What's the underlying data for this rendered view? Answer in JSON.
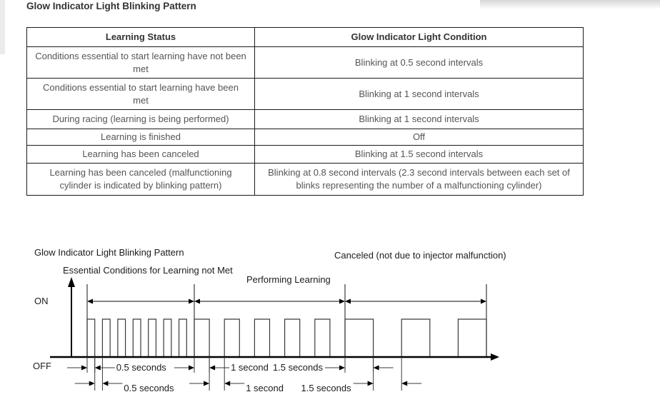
{
  "page": {
    "title": "Glow Indicator Light Blinking Pattern"
  },
  "table": {
    "headers": [
      "Learning Status",
      "Glow Indicator Light Condition"
    ],
    "rows": [
      {
        "status": "Conditions essential to start learning have not been met",
        "condition": "Blinking at 0.5 second intervals"
      },
      {
        "status": "Conditions essential to start learning have been met",
        "condition": "Blinking at 1 second intervals"
      },
      {
        "status": "During racing (learning is being performed)",
        "condition": "Blinking at 1 second intervals"
      },
      {
        "status": "Learning is finished",
        "condition": "Off"
      },
      {
        "status": "Learning has been canceled",
        "condition": "Blinking at 1.5 second intervals"
      },
      {
        "status": "Learning has been canceled (malfunctioning cylinder is indicated by blinking pattern)",
        "condition": "Blinking at 0.8 second intervals (2.3 second intervals between each set of blinks representing the number of a malfunctioning cylinder)"
      }
    ]
  },
  "chart_data": {
    "type": "line",
    "subtype": "binary-timing-waveform",
    "title": "Glow Indicator Light Blinking Pattern",
    "x_unit": "seconds",
    "y_states": [
      "OFF",
      "ON"
    ],
    "grid": false,
    "legend_position": "none",
    "axis_labels": {
      "on": "ON",
      "off": "OFF"
    },
    "sections": [
      {
        "label": "Essential Conditions for Learning not Met",
        "pulse_count": 7,
        "on_seconds": 0.5,
        "off_seconds": 0.5,
        "ends_with": "off",
        "dim_label_top": "0.5 seconds",
        "dim_label_bottom": "0.5 seconds"
      },
      {
        "label": "Performing Learning",
        "pulse_count": 5,
        "on_seconds": 1,
        "off_seconds": 1,
        "ends_with": "off",
        "dim_label_top": "1 second",
        "dim_label_bottom": "1 second"
      },
      {
        "label": "Canceled (not due to injector malfunction)",
        "pulse_count": 3,
        "on_seconds": 1.5,
        "off_seconds": 1.5,
        "ends_with": "on",
        "dim_label_top": "1.5 seconds",
        "dim_label_bottom": "1.5 seconds"
      }
    ]
  }
}
